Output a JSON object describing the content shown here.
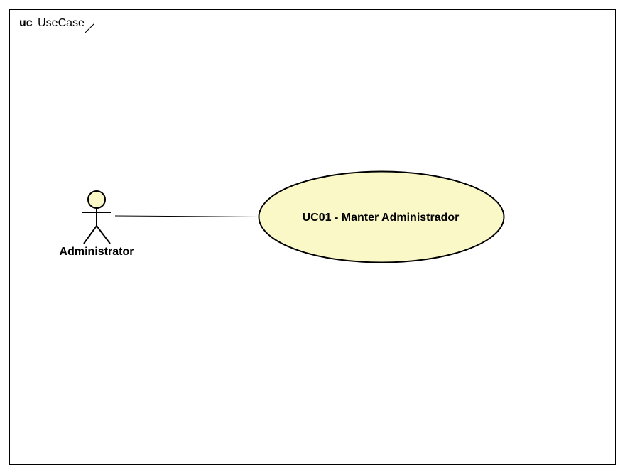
{
  "frame": {
    "keyword": "uc",
    "name": "UseCase"
  },
  "actor": {
    "name": "Administrator"
  },
  "use_case": {
    "label": "UC01 - Manter Administrador"
  },
  "colors": {
    "element_fill": "#fbf8c8",
    "stroke": "#000000",
    "background": "#ffffff"
  }
}
